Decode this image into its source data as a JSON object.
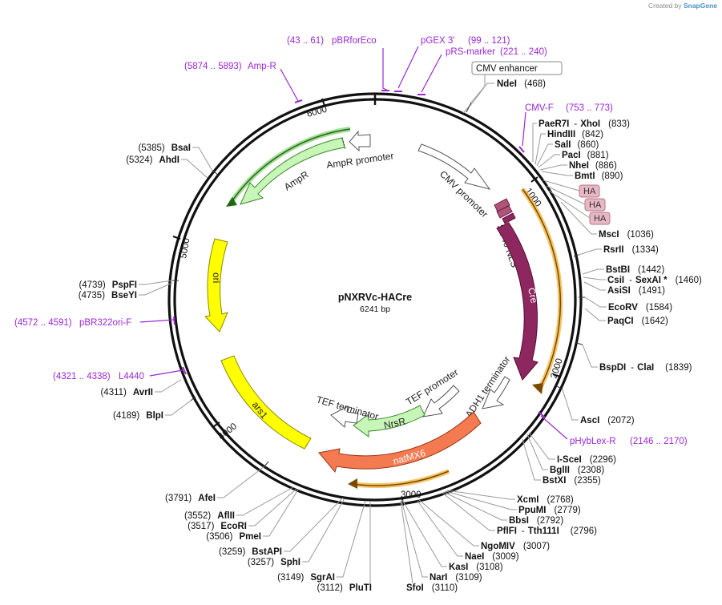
{
  "watermark": {
    "prefix": "Created by",
    "brand": "SnapGene"
  },
  "plasmid": {
    "name": "pNXRVc-HACre",
    "size": "6241 bp",
    "length": 6241
  },
  "ticks": [
    "1000",
    "2000",
    "3000",
    "4000",
    "5000",
    "6000"
  ],
  "features": {
    "cmv_enhancer": "CMV enhancer",
    "cmv_promoter": "CMV promoter",
    "sv40_nls": "SV40 NLS",
    "cre": "Cre",
    "adh1_terminator": "ADH1 terminator",
    "tef_promoter": "TEF promoter",
    "tef_terminator": "TEF terminator",
    "nrsr": "NrsR",
    "natmx6": "natMX6",
    "ars1": "ars1",
    "ori": "ori",
    "ampr": "AmpR",
    "ampr_promoter": "AmpR promoter",
    "ha_tags": [
      "HA",
      "HA",
      "HA"
    ]
  },
  "primers": [
    {
      "range": "(43 .. 61)",
      "name": "pBRforEco"
    },
    {
      "name": "pGEX 3'",
      "range": "(99 .. 121)"
    },
    {
      "name": "pRS-marker",
      "range": "(221 .. 240)"
    },
    {
      "range": "(5874 .. 5893)",
      "name": "Amp-R"
    },
    {
      "name": "CMV-F",
      "range": "(753 .. 773)"
    },
    {
      "range": "(4572 .. 4591)",
      "name": "pBR322ori-F"
    },
    {
      "range": "(4321 .. 4338)",
      "name": "L4440"
    },
    {
      "name": "pHybLex-R",
      "range": "(2146 .. 2170)"
    }
  ],
  "sites_right": [
    {
      "name": "NdeI",
      "pos": "(468)"
    },
    {
      "name": "PaeR7I",
      "name2": "XhoI",
      "pos": "(833)"
    },
    {
      "name": "HindIII",
      "pos": "(842)"
    },
    {
      "name": "SalI",
      "pos": "(860)"
    },
    {
      "name": "PacI",
      "pos": "(881)"
    },
    {
      "name": "NheI",
      "pos": "(886)"
    },
    {
      "name": "BmtI",
      "pos": "(890)"
    },
    {
      "name": "MscI",
      "pos": "(1036)"
    },
    {
      "name": "RsrII",
      "pos": "(1334)"
    },
    {
      "name": "BstBI",
      "pos": "(1442)"
    },
    {
      "name": "CsiI",
      "name2": "SexAI *",
      "pos": "(1460)"
    },
    {
      "name": "AsiSI",
      "pos": "(1491)"
    },
    {
      "name": "EcoRV",
      "pos": "(1584)"
    },
    {
      "name": "PaqCI",
      "pos": "(1642)"
    },
    {
      "name": "BspDI",
      "name2": "ClaI",
      "pos": "(1839)"
    },
    {
      "name": "AscI",
      "pos": "(2072)"
    },
    {
      "name": "I-SceI",
      "pos": "(2296)"
    },
    {
      "name": "BglII",
      "pos": "(2308)"
    },
    {
      "name": "BstXI",
      "pos": "(2355)"
    },
    {
      "name": "XcmI",
      "pos": "(2768)"
    },
    {
      "name": "PpuMI",
      "pos": "(2779)"
    },
    {
      "name": "BbsI",
      "pos": "(2792)"
    },
    {
      "name": "PflFI",
      "name2": "Tth111I",
      "pos": "(2796)"
    },
    {
      "name": "NgoMIV",
      "pos": "(3007)"
    },
    {
      "name": "NaeI",
      "pos": "(3009)"
    },
    {
      "name": "KasI",
      "pos": "(3108)"
    },
    {
      "name": "NarI",
      "pos": "(3109)"
    },
    {
      "name": "SfoI",
      "pos": "(3110)"
    }
  ],
  "sites_left": [
    {
      "pos": "(5385)",
      "name": "BsaI"
    },
    {
      "pos": "(5324)",
      "name": "AhdI"
    },
    {
      "pos": "(4739)",
      "name": "PspFI"
    },
    {
      "pos": "(4735)",
      "name": "BseYI"
    },
    {
      "pos": "(4311)",
      "name": "AvrII"
    },
    {
      "pos": "(4189)",
      "name": "BlpI"
    },
    {
      "pos": "(3791)",
      "name": "AfeI"
    },
    {
      "pos": "(3552)",
      "name": "AflII"
    },
    {
      "pos": "(3517)",
      "name": "EcoRI"
    },
    {
      "pos": "(3506)",
      "name": "PmeI"
    },
    {
      "pos": "(3259)",
      "name": "BstAPI"
    },
    {
      "pos": "(3257)",
      "name": "SphI"
    },
    {
      "pos": "(3149)",
      "name": "SgrAI"
    },
    {
      "pos": "(3112)",
      "name": "PluTI"
    }
  ],
  "colors": {
    "backbone": "#111111",
    "primer": "#9b27d4",
    "promoter": "#ffffff",
    "ampr": "#c8f5b8",
    "ori": "#ffff00",
    "ars1": "#ffff00",
    "cre": "#8e2760",
    "natmx6": "#f47a52",
    "nrsr": "#c8f5b8",
    "ha": "#e8b7c4",
    "orange_highlight": "#f5b94a",
    "green_highlight": "#49b82a"
  }
}
